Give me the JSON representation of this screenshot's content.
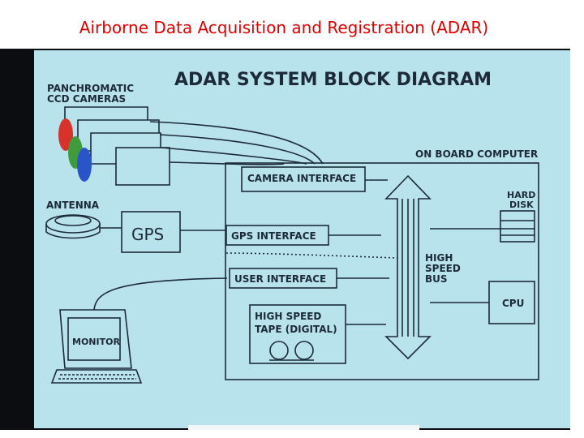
{
  "slide": {
    "title": "Airborne Data Acquisition and Registration (ADAR)"
  },
  "diagram": {
    "heading": "ADAR SYSTEM BLOCK DIAGRAM",
    "cameras_label_line1": "PANCHROMATIC",
    "cameras_label_line2": "CCD CAMERAS",
    "antenna_label": "ANTENNA",
    "gps_label": "GPS",
    "monitor_label": "MONITOR",
    "computer_label": "ON BOARD COMPUTER",
    "camera_interface_label": "CAMERA INTERFACE",
    "gps_interface_label": "GPS INTERFACE",
    "user_interface_label": "USER INTERFACE",
    "tape_label_line1": "HIGH SPEED",
    "tape_label_line2": "TAPE (DIGITAL)",
    "hard_disk_line1": "HARD",
    "hard_disk_line2": "DISK",
    "bus_line1": "HIGH",
    "bus_line2": "SPEED",
    "bus_line3": "BUS",
    "cpu_label": "CPU",
    "colors": {
      "screen": "#b9e3ec",
      "ink": "#1c2a3a",
      "title_red": "#e00000",
      "lens_red": "#d8322c",
      "lens_green": "#3f9b3c",
      "lens_blue": "#2a55c8"
    }
  }
}
